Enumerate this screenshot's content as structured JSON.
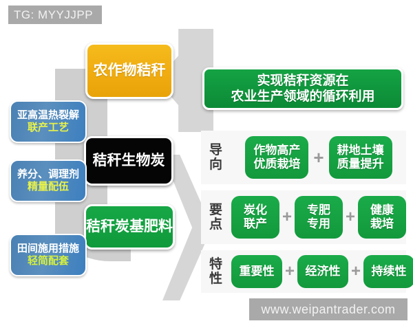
{
  "watermarks": {
    "tag": "TG: MYYJJPP",
    "url": "www.weipantrader.com"
  },
  "left_column": {
    "tech_boxes": [
      {
        "line1": "亚高温热裂解",
        "line2": "联产工艺"
      },
      {
        "line1": "养分、调理剂",
        "line2": "精量配伍"
      },
      {
        "line1": "田间施用措施",
        "line2": "轻简配套"
      }
    ],
    "stage_boxes": [
      {
        "label": "农作物秸秆",
        "color": "#F0AC10"
      },
      {
        "label": "秸秆生物炭",
        "color": "#050505"
      },
      {
        "label": "秸秆炭基肥料",
        "color": "#13993C"
      }
    ]
  },
  "right_panel": {
    "banner": {
      "line1": "实现秸秆资源在",
      "line2": "农业生产领域的循环利用"
    },
    "rows": [
      {
        "label_line1": "导",
        "label_line2": "向",
        "items": [
          {
            "line1": "作物高产",
            "line2": "优质栽培"
          },
          {
            "line1": "耕地土壤",
            "line2": "质量提升"
          }
        ],
        "separator": "+"
      },
      {
        "label_line1": "要",
        "label_line2": "点",
        "items": [
          {
            "line1": "炭化",
            "line2": "联产"
          },
          {
            "line1": "专肥",
            "line2": "专用"
          },
          {
            "line1": "健康",
            "line2": "栽培"
          }
        ],
        "separator": "+"
      },
      {
        "label_line1": "特",
        "label_line2": "性",
        "items": [
          {
            "line1": "重要性",
            "line2": ""
          },
          {
            "line1": "经济性",
            "line2": ""
          },
          {
            "line1": "持续性",
            "line2": ""
          }
        ],
        "separator": "+"
      }
    ]
  },
  "colors": {
    "yellow": "#F0AC10",
    "green": "#13993C",
    "blue": "#4A81B4",
    "black": "#050505",
    "gray_arrow": "#D6D6D6",
    "watermark_bg": "#A9A9A9",
    "accent_yellow_text": "#E8F24A"
  }
}
